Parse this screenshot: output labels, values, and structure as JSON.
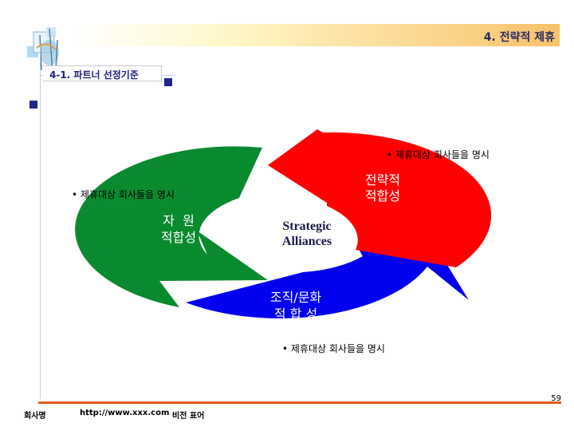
{
  "header": {
    "title": "4. 전략적 제휴"
  },
  "section": {
    "title": "4-1. 파트너 선정기준"
  },
  "diagram": {
    "center": [
      "Strategic",
      "Alliances"
    ],
    "red": {
      "label": [
        "전략적",
        "적합성"
      ],
      "color": "#ff0000"
    },
    "green": {
      "label": [
        "자  원",
        "적합성"
      ],
      "color": "#0a8a2e"
    },
    "blue": {
      "label": [
        "조직/문화",
        "적 합 성"
      ],
      "color": "#0000ee"
    }
  },
  "bullets": {
    "top_right": "• 제휴대상 회사들을 명시",
    "left": "• 제휴대상 회사들을 명시",
    "bottom": "• 제휴대상 회사들을 명시"
  },
  "footer": {
    "company": "회사명",
    "url": "http://www.xxx.com",
    "label": "비전 표어",
    "page": "59"
  }
}
